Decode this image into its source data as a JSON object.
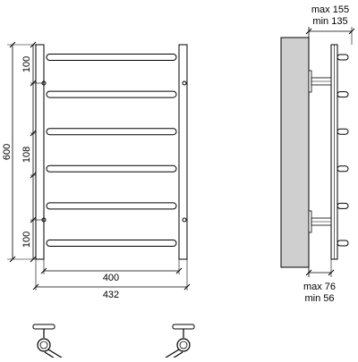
{
  "front_view": {
    "bars_count": 6,
    "dimensions": {
      "overall_height": "600",
      "top_offset": "100",
      "bottom_offset": "100",
      "bar_pitch": "108",
      "inner_width": "400",
      "overall_width": "432"
    }
  },
  "side_view": {
    "dimensions": {
      "depth_max": "max 155",
      "depth_min": "min 135",
      "wall_gap_max": "max 76",
      "wall_gap_min": "min 56"
    }
  },
  "colors": {
    "line": "#000000",
    "wall": "#cfcfcf",
    "background": "#ffffff"
  }
}
